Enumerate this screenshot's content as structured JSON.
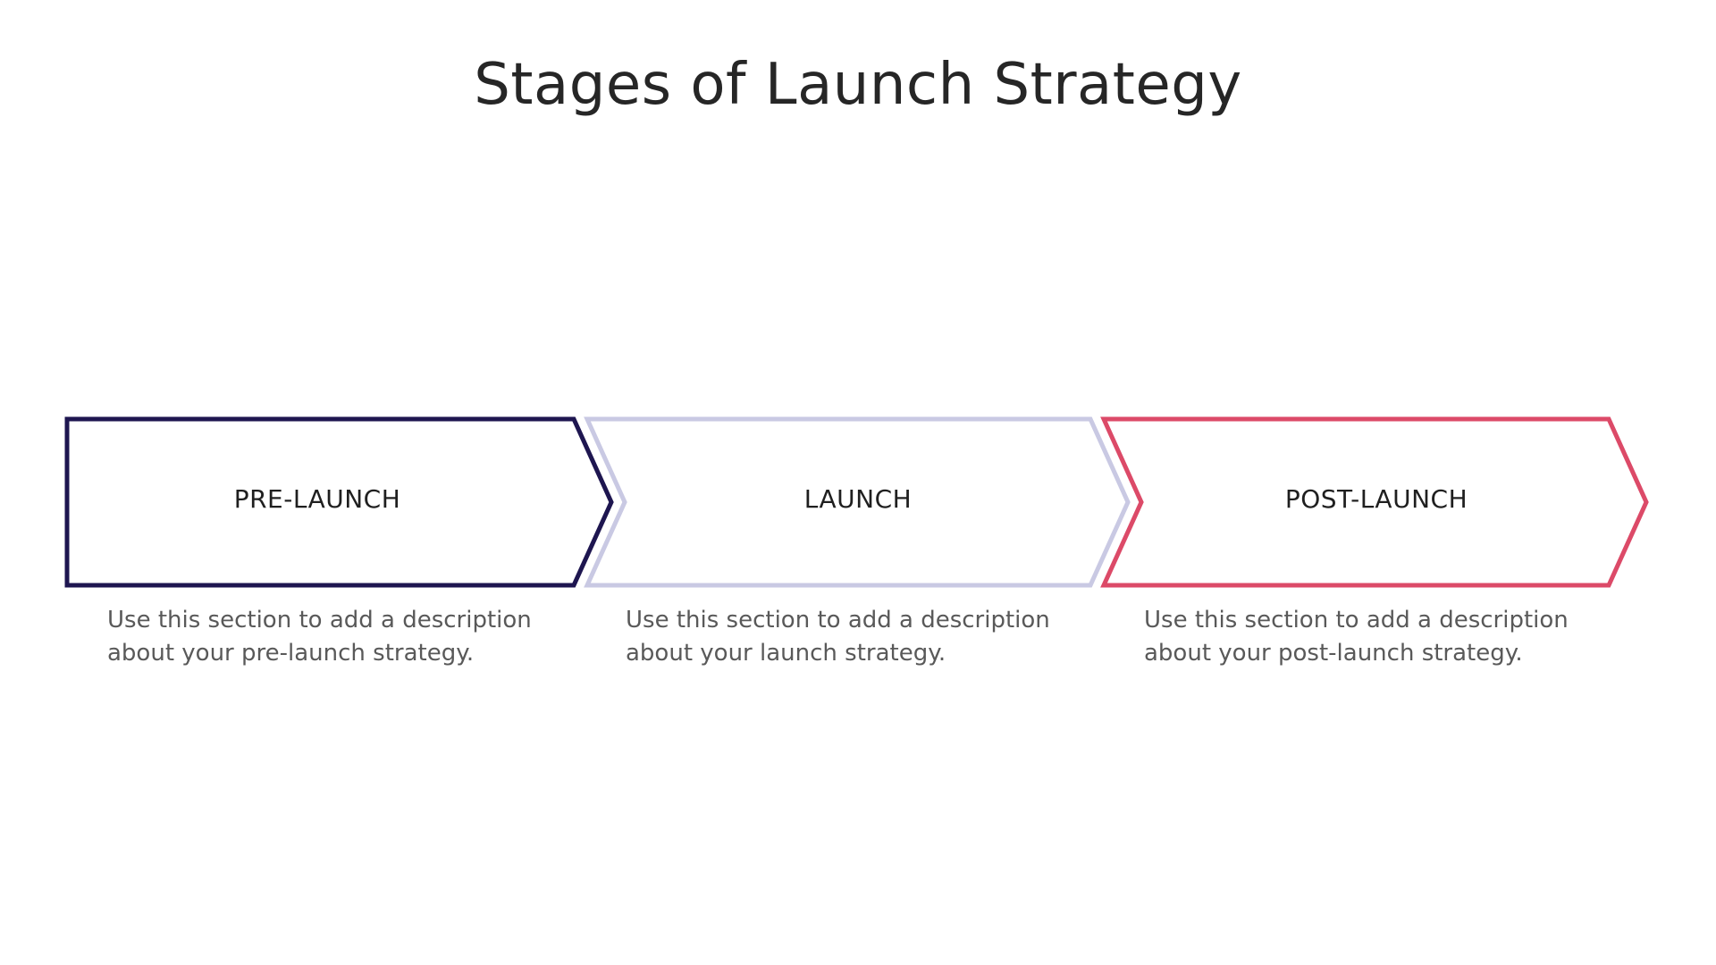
{
  "title": "Stages of Launch Strategy",
  "stages": [
    {
      "label": "PRE-LAUNCH",
      "description": "Use this section to add a description\nabout your pre-launch strategy.",
      "color": "#1e1650"
    },
    {
      "label": "LAUNCH",
      "description": "Use this section to add a description\nabout your launch strategy.",
      "color": "#c9c9e3"
    },
    {
      "label": "POST-LAUNCH",
      "description": "Use this section to add a description\nabout your post-launch strategy.",
      "color": "#dc4a68"
    }
  ]
}
